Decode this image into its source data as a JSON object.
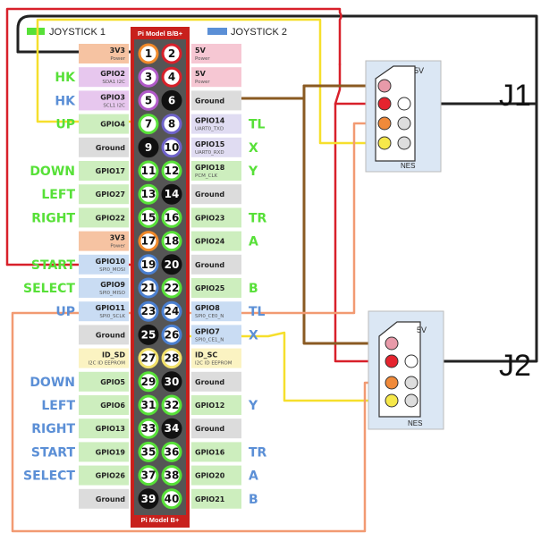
{
  "header": {
    "joystick1": "JOYSTICK 1",
    "joystick2": "JOYSTICK 2",
    "board_top": "Pi Model B/B+",
    "board_bottom": "Pi Model B+"
  },
  "colors": {
    "green": "#57e038",
    "blue": "#5b8fd6",
    "board_red": "#c8201c",
    "board_bg": "#555555",
    "wire_red": "#d8202a",
    "wire_yellow": "#f6df2c",
    "wire_brown": "#8a5a22",
    "wire_orange": "#f29a72",
    "wire_black": "#222222"
  },
  "left_pins": [
    {
      "num": "1",
      "name": "3V3",
      "sub": "Power",
      "bg": "#f6c3a2",
      "ring": "#f0892a",
      "fill": "#ffffff"
    },
    {
      "num": "3",
      "name": "GPIO2",
      "sub": "SDA1 I2C",
      "bg": "#e7c7ee",
      "ring": "#b15ac9",
      "fill": "#ffffff"
    },
    {
      "num": "5",
      "name": "GPIO3",
      "sub": "SCL1 I2C",
      "bg": "#e7c7ee",
      "ring": "#b15ac9",
      "fill": "#ffffff"
    },
    {
      "num": "7",
      "name": "GPIO4",
      "sub": "",
      "bg": "#cdeebe",
      "ring": "#57e038",
      "fill": "#ffffff"
    },
    {
      "num": "9",
      "name": "Ground",
      "sub": "",
      "bg": "#dcdcdc",
      "ring": "#111111",
      "fill": "#111111"
    },
    {
      "num": "11",
      "name": "GPIO17",
      "sub": "",
      "bg": "#cdeebe",
      "ring": "#57e038",
      "fill": "#ffffff"
    },
    {
      "num": "13",
      "name": "GPIO27",
      "sub": "",
      "bg": "#cdeebe",
      "ring": "#57e038",
      "fill": "#ffffff"
    },
    {
      "num": "15",
      "name": "GPIO22",
      "sub": "",
      "bg": "#cdeebe",
      "ring": "#57e038",
      "fill": "#ffffff"
    },
    {
      "num": "17",
      "name": "3V3",
      "sub": "Power",
      "bg": "#f6c3a2",
      "ring": "#f0892a",
      "fill": "#ffffff"
    },
    {
      "num": "19",
      "name": "GPIO10",
      "sub": "SPI0_MOSI",
      "bg": "#c9dcf3",
      "ring": "#4a7fd0",
      "fill": "#ffffff"
    },
    {
      "num": "21",
      "name": "GPIO9",
      "sub": "SPI0_MISO",
      "bg": "#c9dcf3",
      "ring": "#4a7fd0",
      "fill": "#ffffff"
    },
    {
      "num": "23",
      "name": "GPIO11",
      "sub": "SPI0_SCLK",
      "bg": "#c9dcf3",
      "ring": "#4a7fd0",
      "fill": "#ffffff"
    },
    {
      "num": "25",
      "name": "Ground",
      "sub": "",
      "bg": "#dcdcdc",
      "ring": "#111111",
      "fill": "#111111"
    },
    {
      "num": "27",
      "name": "ID_SD",
      "sub": "I2C ID EEPROM",
      "bg": "#fbf3c2",
      "ring": "#f1e06a",
      "fill": "#ffffff"
    },
    {
      "num": "29",
      "name": "GPIO5",
      "sub": "",
      "bg": "#cdeebe",
      "ring": "#57e038",
      "fill": "#ffffff"
    },
    {
      "num": "31",
      "name": "GPIO6",
      "sub": "",
      "bg": "#cdeebe",
      "ring": "#57e038",
      "fill": "#ffffff"
    },
    {
      "num": "33",
      "name": "GPIO13",
      "sub": "",
      "bg": "#cdeebe",
      "ring": "#57e038",
      "fill": "#ffffff"
    },
    {
      "num": "35",
      "name": "GPIO19",
      "sub": "",
      "bg": "#cdeebe",
      "ring": "#57e038",
      "fill": "#ffffff"
    },
    {
      "num": "37",
      "name": "GPIO26",
      "sub": "",
      "bg": "#cdeebe",
      "ring": "#57e038",
      "fill": "#ffffff"
    },
    {
      "num": "39",
      "name": "Ground",
      "sub": "",
      "bg": "#dcdcdc",
      "ring": "#111111",
      "fill": "#111111"
    }
  ],
  "right_pins": [
    {
      "num": "2",
      "name": "5V",
      "sub": "Power",
      "bg": "#f6c7d3",
      "ring": "#d8202a",
      "fill": "#ffffff"
    },
    {
      "num": "4",
      "name": "5V",
      "sub": "Power",
      "bg": "#f6c7d3",
      "ring": "#d8202a",
      "fill": "#ffffff"
    },
    {
      "num": "6",
      "name": "Ground",
      "sub": "",
      "bg": "#dcdcdc",
      "ring": "#111111",
      "fill": "#111111"
    },
    {
      "num": "8",
      "name": "GPIO14",
      "sub": "UART0_TXD",
      "bg": "#e0dcf2",
      "ring": "#6e62c9",
      "fill": "#ffffff"
    },
    {
      "num": "10",
      "name": "GPIO15",
      "sub": "UART0_RXD",
      "bg": "#e0dcf2",
      "ring": "#6e62c9",
      "fill": "#ffffff"
    },
    {
      "num": "12",
      "name": "GPIO18",
      "sub": "PCM_CLK",
      "bg": "#cdeebe",
      "ring": "#57e038",
      "fill": "#ffffff"
    },
    {
      "num": "14",
      "name": "Ground",
      "sub": "",
      "bg": "#dcdcdc",
      "ring": "#111111",
      "fill": "#111111"
    },
    {
      "num": "16",
      "name": "GPIO23",
      "sub": "",
      "bg": "#cdeebe",
      "ring": "#57e038",
      "fill": "#ffffff"
    },
    {
      "num": "18",
      "name": "GPIO24",
      "sub": "",
      "bg": "#cdeebe",
      "ring": "#57e038",
      "fill": "#ffffff"
    },
    {
      "num": "20",
      "name": "Ground",
      "sub": "",
      "bg": "#dcdcdc",
      "ring": "#111111",
      "fill": "#111111"
    },
    {
      "num": "22",
      "name": "GPIO25",
      "sub": "",
      "bg": "#cdeebe",
      "ring": "#57e038",
      "fill": "#ffffff"
    },
    {
      "num": "24",
      "name": "GPIO8",
      "sub": "SPI0_CE0_N",
      "bg": "#c9dcf3",
      "ring": "#4a7fd0",
      "fill": "#ffffff"
    },
    {
      "num": "26",
      "name": "GPIO7",
      "sub": "SPI0_CE1_N",
      "bg": "#c9dcf3",
      "ring": "#4a7fd0",
      "fill": "#ffffff"
    },
    {
      "num": "28",
      "name": "ID_SC",
      "sub": "I2C ID EEPROM",
      "bg": "#fbf3c2",
      "ring": "#f1e06a",
      "fill": "#ffffff"
    },
    {
      "num": "30",
      "name": "Ground",
      "sub": "",
      "bg": "#dcdcdc",
      "ring": "#111111",
      "fill": "#111111"
    },
    {
      "num": "32",
      "name": "GPIO12",
      "sub": "",
      "bg": "#cdeebe",
      "ring": "#57e038",
      "fill": "#ffffff"
    },
    {
      "num": "34",
      "name": "Ground",
      "sub": "",
      "bg": "#dcdcdc",
      "ring": "#111111",
      "fill": "#111111"
    },
    {
      "num": "36",
      "name": "GPIO16",
      "sub": "",
      "bg": "#cdeebe",
      "ring": "#57e038",
      "fill": "#ffffff"
    },
    {
      "num": "38",
      "name": "GPIO20",
      "sub": "",
      "bg": "#cdeebe",
      "ring": "#57e038",
      "fill": "#ffffff"
    },
    {
      "num": "40",
      "name": "GPIO21",
      "sub": "",
      "bg": "#cdeebe",
      "ring": "#57e038",
      "fill": "#ffffff"
    }
  ],
  "left_labels": [
    {
      "row": 1,
      "text": "HK",
      "color": "#57e038"
    },
    {
      "row": 2,
      "text": "HK",
      "color": "#5b8fd6"
    },
    {
      "row": 3,
      "text": "UP",
      "color": "#57e038"
    },
    {
      "row": 5,
      "text": "DOWN",
      "color": "#57e038"
    },
    {
      "row": 6,
      "text": "LEFT",
      "color": "#57e038"
    },
    {
      "row": 7,
      "text": "RIGHT",
      "color": "#57e038"
    },
    {
      "row": 9,
      "text": "START",
      "color": "#57e038"
    },
    {
      "row": 10,
      "text": "SELECT",
      "color": "#57e038"
    },
    {
      "row": 11,
      "text": "UP",
      "color": "#5b8fd6"
    },
    {
      "row": 14,
      "text": "DOWN",
      "color": "#5b8fd6"
    },
    {
      "row": 15,
      "text": "LEFT",
      "color": "#5b8fd6"
    },
    {
      "row": 16,
      "text": "RIGHT",
      "color": "#5b8fd6"
    },
    {
      "row": 17,
      "text": "START",
      "color": "#5b8fd6"
    },
    {
      "row": 18,
      "text": "SELECT",
      "color": "#5b8fd6"
    }
  ],
  "right_labels": [
    {
      "row": 3,
      "text": "TL",
      "color": "#57e038"
    },
    {
      "row": 4,
      "text": "X",
      "color": "#57e038"
    },
    {
      "row": 5,
      "text": "Y",
      "color": "#57e038"
    },
    {
      "row": 7,
      "text": "TR",
      "color": "#57e038"
    },
    {
      "row": 8,
      "text": "A",
      "color": "#57e038"
    },
    {
      "row": 10,
      "text": "B",
      "color": "#57e038"
    },
    {
      "row": 11,
      "text": "TL",
      "color": "#5b8fd6"
    },
    {
      "row": 12,
      "text": "X",
      "color": "#5b8fd6"
    },
    {
      "row": 15,
      "text": "Y",
      "color": "#5b8fd6"
    },
    {
      "row": 17,
      "text": "TR",
      "color": "#5b8fd6"
    },
    {
      "row": 18,
      "text": "A",
      "color": "#5b8fd6"
    },
    {
      "row": 19,
      "text": "B",
      "color": "#5b8fd6"
    }
  ],
  "connectors": [
    {
      "id": "J1",
      "label": "J1",
      "v5": "5V",
      "nes": "NES"
    },
    {
      "id": "J2",
      "label": "J2",
      "v5": "5V",
      "nes": "NES"
    }
  ]
}
